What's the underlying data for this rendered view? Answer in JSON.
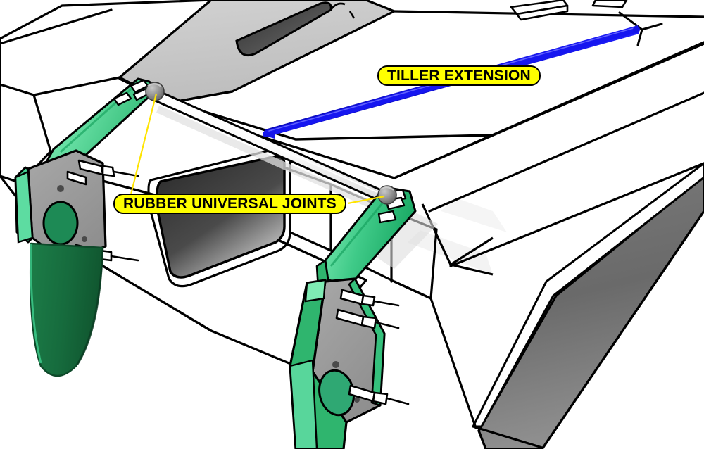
{
  "diagram": {
    "title": "Catamaran Twin Rudder Steering Linkage",
    "view": "isometric 3D CAD line illustration",
    "background_color": "#ffffff"
  },
  "callouts": [
    {
      "id": "tiller-extension",
      "label": "TILLER EXTENSION",
      "fill_color": "#FFFF00",
      "border_color": "#000000",
      "text_color": "#000000",
      "points_to": "blue tapered tiller extension rod"
    },
    {
      "id": "rubber-universal-joints",
      "label": "RUBBER UNIVERSAL JOINTS",
      "fill_color": "#FFFF00",
      "border_color": "#000000",
      "text_color": "#000000",
      "points_to": "grey spherical ball joints at both ends of the tiller crossbar"
    }
  ],
  "leader_lines": {
    "color": "#FFE400",
    "width": 2
  },
  "parts": {
    "hull": {
      "name": "catamaran hull and deck",
      "face_color": "#ffffff",
      "shadow_color": "#f0f0f0",
      "outline_color": "#000000",
      "transom_panel_color": "#c8c8c8",
      "side_panel_color": "#6e6e6e",
      "cockpit_recess_color": "#3a3a3a"
    },
    "tiller_crossbar": {
      "name": "tiller connecting bar",
      "color": "#ffffff",
      "outline_color": "#000000"
    },
    "tiller_extension": {
      "name": "tiller extension",
      "color": "#1414E6",
      "highlight_color": "#6a6aff"
    },
    "universal_joint": {
      "name": "rubber universal joint ball",
      "color": "#8c8c8c",
      "highlight_color": "#b8b8b8"
    },
    "rudder_stock_arm": {
      "name": "rudder head / tiller arm",
      "color": "#6FE0A8",
      "edge_color": "#0F9D58"
    },
    "rudder_cassette": {
      "name": "rudder cassette plate",
      "color": "#9e9e9e",
      "outline_color": "#000000"
    },
    "rudder_blade_left": {
      "name": "port rudder blade",
      "color": "#15703F"
    },
    "rudder_body_right": {
      "name": "starboard rudder cassette body",
      "color": "#2FB56E"
    },
    "fittings": {
      "name": "pintle and gudgeon fittings",
      "color": "#ffffff",
      "outline_color": "#000000"
    }
  }
}
